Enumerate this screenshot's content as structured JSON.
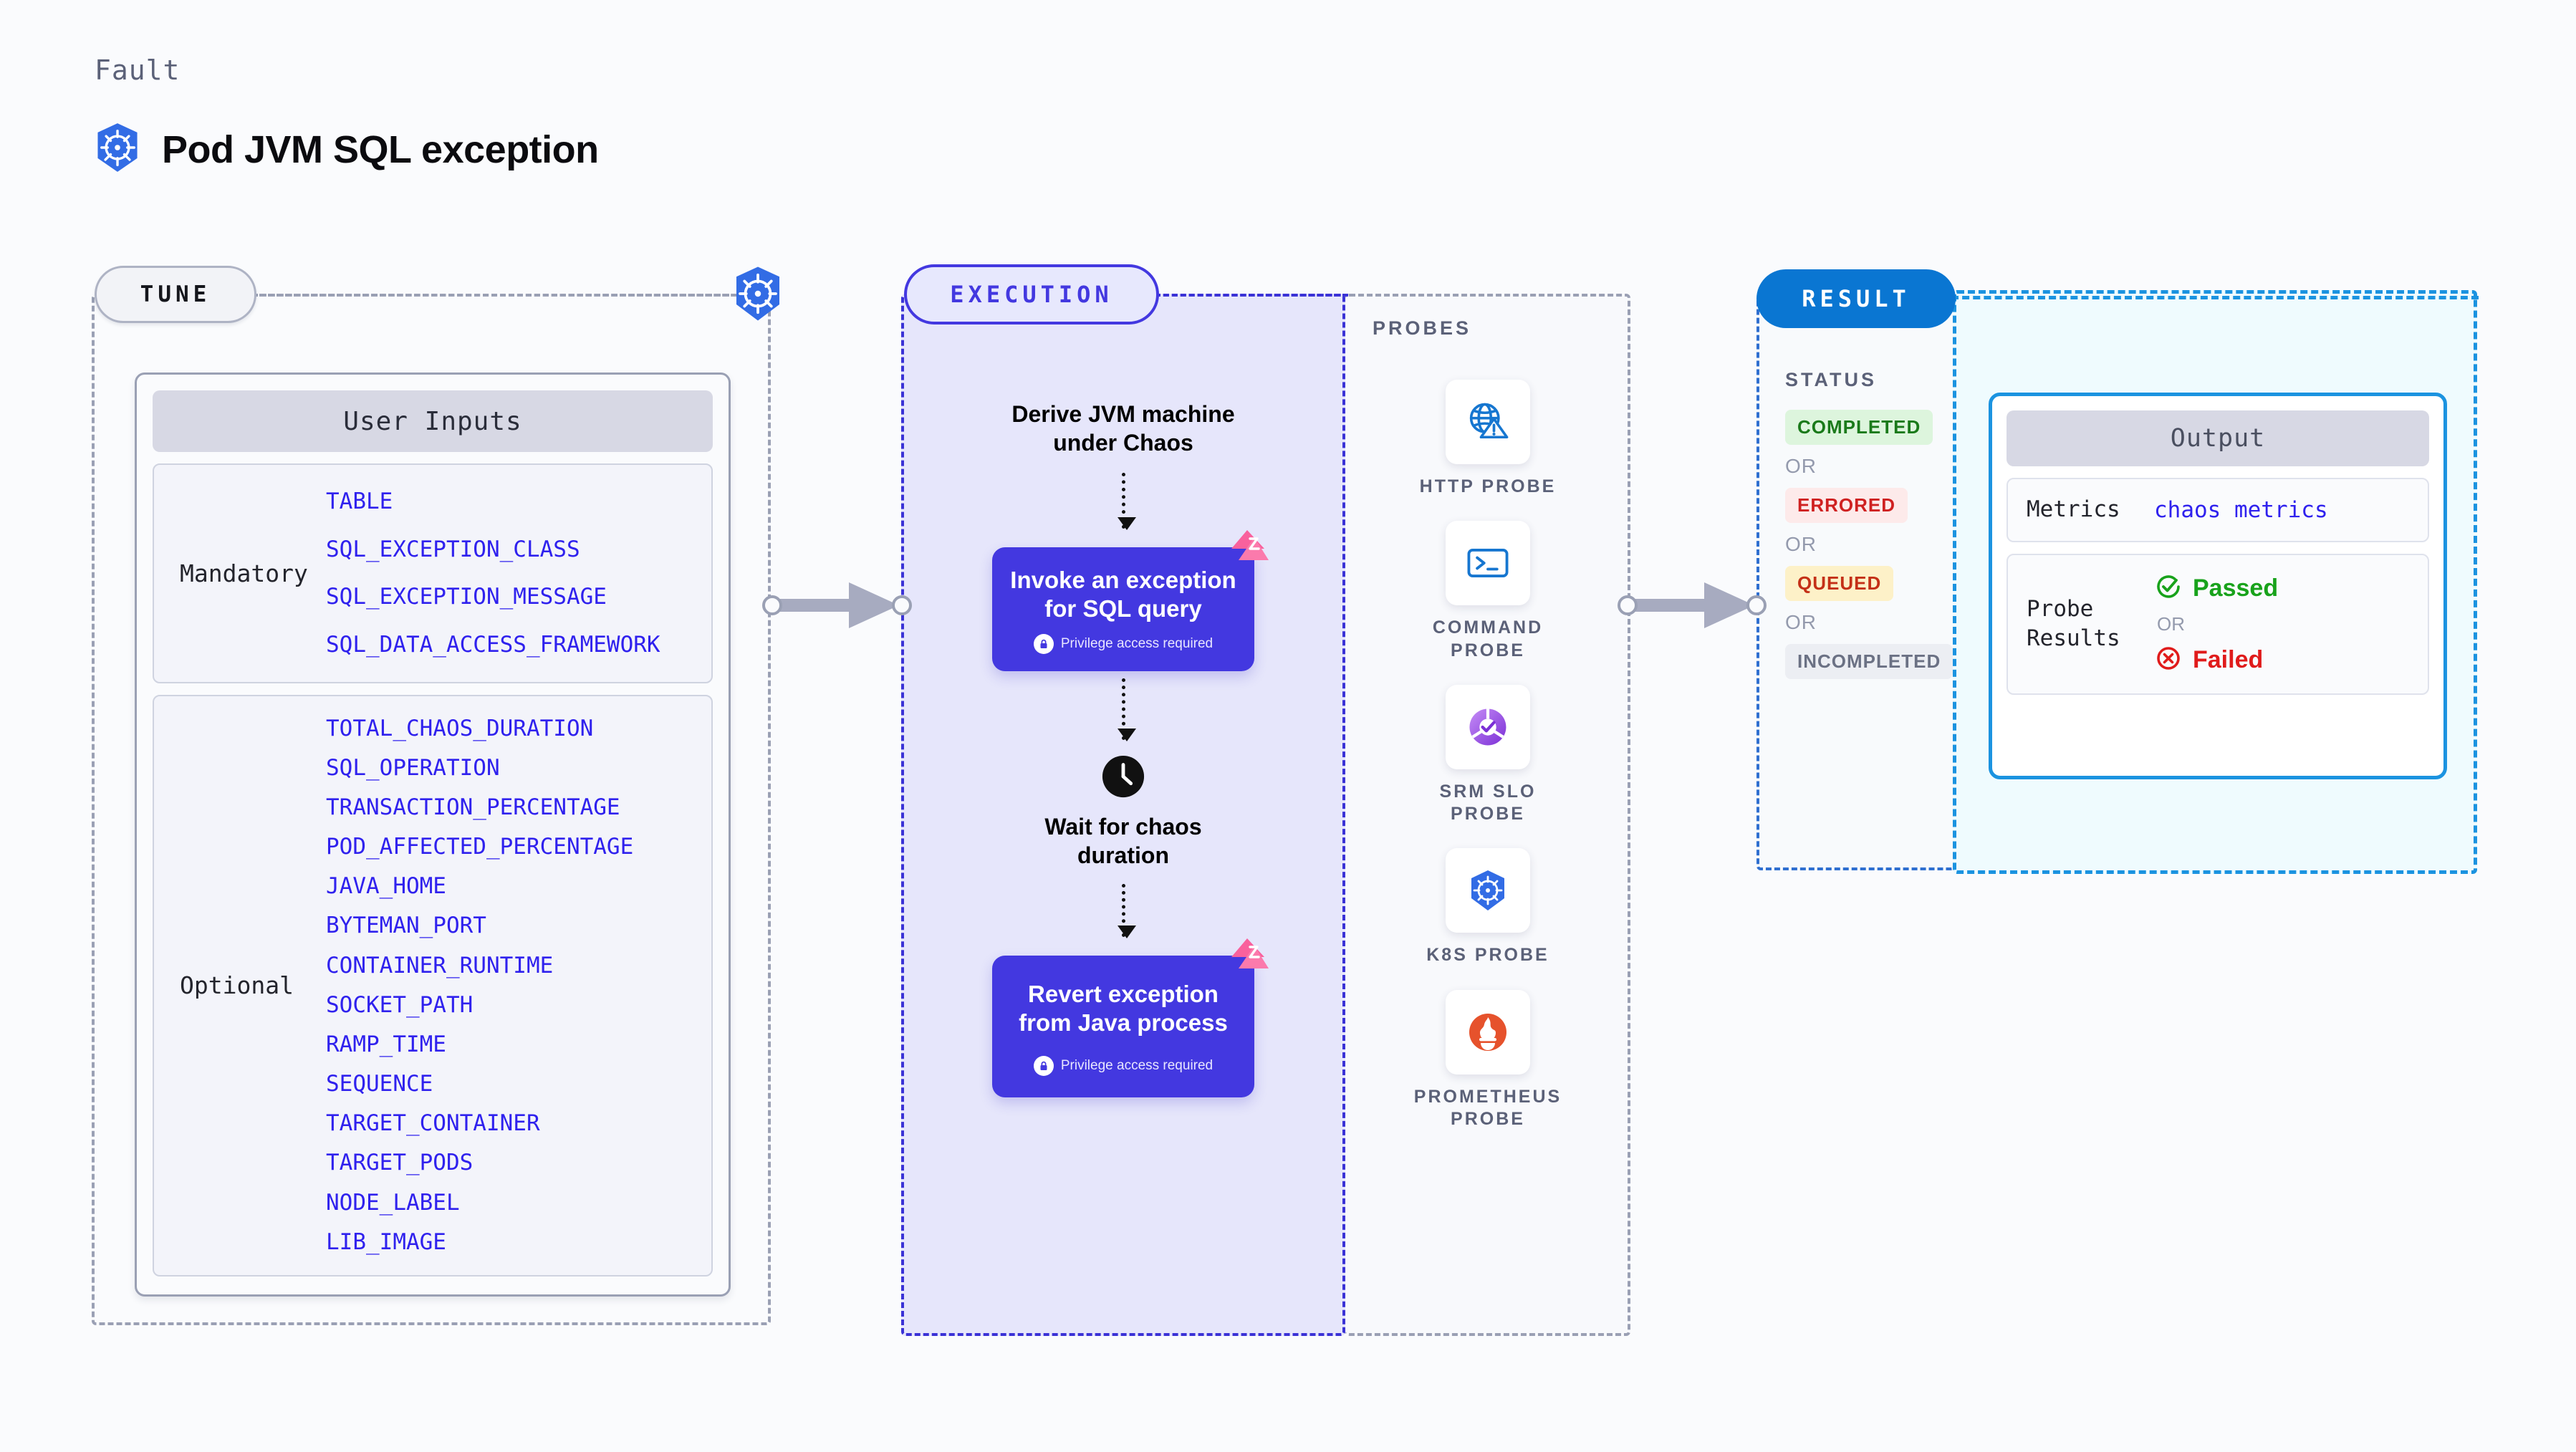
{
  "header": {
    "kicker": "Fault",
    "title": "Pod JVM SQL exception",
    "icon": "kubernetes-icon"
  },
  "tune": {
    "pill_label": "TUNE",
    "badge_icon": "kubernetes-icon",
    "card": {
      "header": "User Inputs",
      "groups": [
        {
          "label": "Mandatory",
          "vars": [
            "TABLE",
            "SQL_EXCEPTION_CLASS",
            "SQL_EXCEPTION_MESSAGE",
            "SQL_DATA_ACCESS_FRAMEWORK"
          ]
        },
        {
          "label": "Optional",
          "vars": [
            "TOTAL_CHAOS_DURATION",
            "SQL_OPERATION",
            "TRANSACTION_PERCENTAGE",
            "POD_AFFECTED_PERCENTAGE",
            "JAVA_HOME",
            "BYTEMAN_PORT",
            "CONTAINER_RUNTIME",
            "SOCKET_PATH",
            "RAMP_TIME",
            "SEQUENCE",
            "TARGET_CONTAINER",
            "TARGET_PODS",
            "NODE_LABEL",
            "LIB_IMAGE"
          ]
        }
      ]
    }
  },
  "execution": {
    "pill_label": "EXECUTION",
    "steps": [
      {
        "kind": "text",
        "label": "Derive JVM machine\nunder Chaos"
      },
      {
        "kind": "card",
        "label": "Invoke an exception\nfor SQL query",
        "note": "Privilege access required",
        "badge": "litmus-corner-icon"
      },
      {
        "kind": "wait",
        "icon": "clock-icon",
        "label": "Wait for chaos\nduration"
      },
      {
        "kind": "card",
        "label": "Revert exception\nfrom Java process",
        "note": "Privilege access required",
        "badge": "litmus-corner-icon"
      }
    ]
  },
  "probes": {
    "title": "PROBES",
    "items": [
      {
        "label": "HTTP  PROBE",
        "icon": "globe-warning-icon"
      },
      {
        "label": "COMMAND\nPROBE",
        "icon": "terminal-icon"
      },
      {
        "label": "SRM  SLO\nPROBE",
        "icon": "slo-donut-icon"
      },
      {
        "label": "K8S  PROBE",
        "icon": "kubernetes-icon"
      },
      {
        "label": "PROMETHEUS\nPROBE",
        "icon": "prometheus-icon"
      }
    ]
  },
  "result": {
    "pill_label": "RESULT",
    "status_title": "STATUS",
    "or_label": "OR",
    "statuses": [
      {
        "label": "COMPLETED",
        "tone": "completed"
      },
      {
        "label": "ERRORED",
        "tone": "errored"
      },
      {
        "label": "QUEUED",
        "tone": "queued"
      },
      {
        "label": "INCOMPLETED",
        "tone": "incompleted"
      }
    ]
  },
  "output": {
    "header": "Output",
    "metrics_label": "Metrics",
    "metrics_value": "chaos metrics",
    "probe_results_label": "Probe\nResults",
    "passed_label": "Passed",
    "failed_label": "Failed",
    "or_label": "OR"
  },
  "colors": {
    "background": "#fafbfd",
    "accent_purple": "#4338e0",
    "accent_blue": "#0a76d2",
    "accent_cyan": "#1b93e0",
    "var_blue": "#2f21ee",
    "pink_badge": "#f9619d",
    "pass_green": "#18a21b",
    "fail_red": "#e01b1b"
  }
}
